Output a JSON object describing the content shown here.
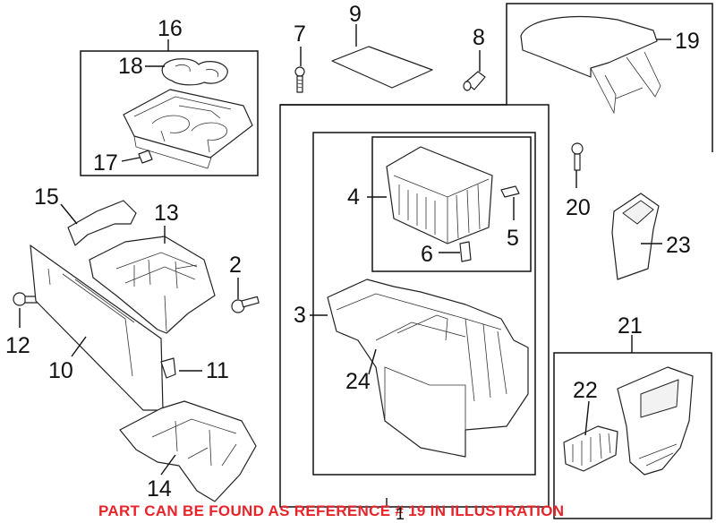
{
  "callouts": {
    "c1": "1",
    "c2": "2",
    "c3": "3",
    "c4": "4",
    "c5": "5",
    "c6": "6",
    "c7": "7",
    "c8": "8",
    "c9": "9",
    "c10": "10",
    "c11": "11",
    "c12": "12",
    "c13": "13",
    "c14": "14",
    "c15": "15",
    "c16": "16",
    "c17": "17",
    "c18": "18",
    "c19": "19",
    "c20": "20",
    "c21": "21",
    "c22": "22",
    "c23": "23",
    "c24": "24"
  },
  "notice": "PART CAN BE FOUND AS REFERENCE # 19 IN ILLUSTRATION",
  "colors": {
    "notice": "#e8242b",
    "line": "#111111"
  }
}
